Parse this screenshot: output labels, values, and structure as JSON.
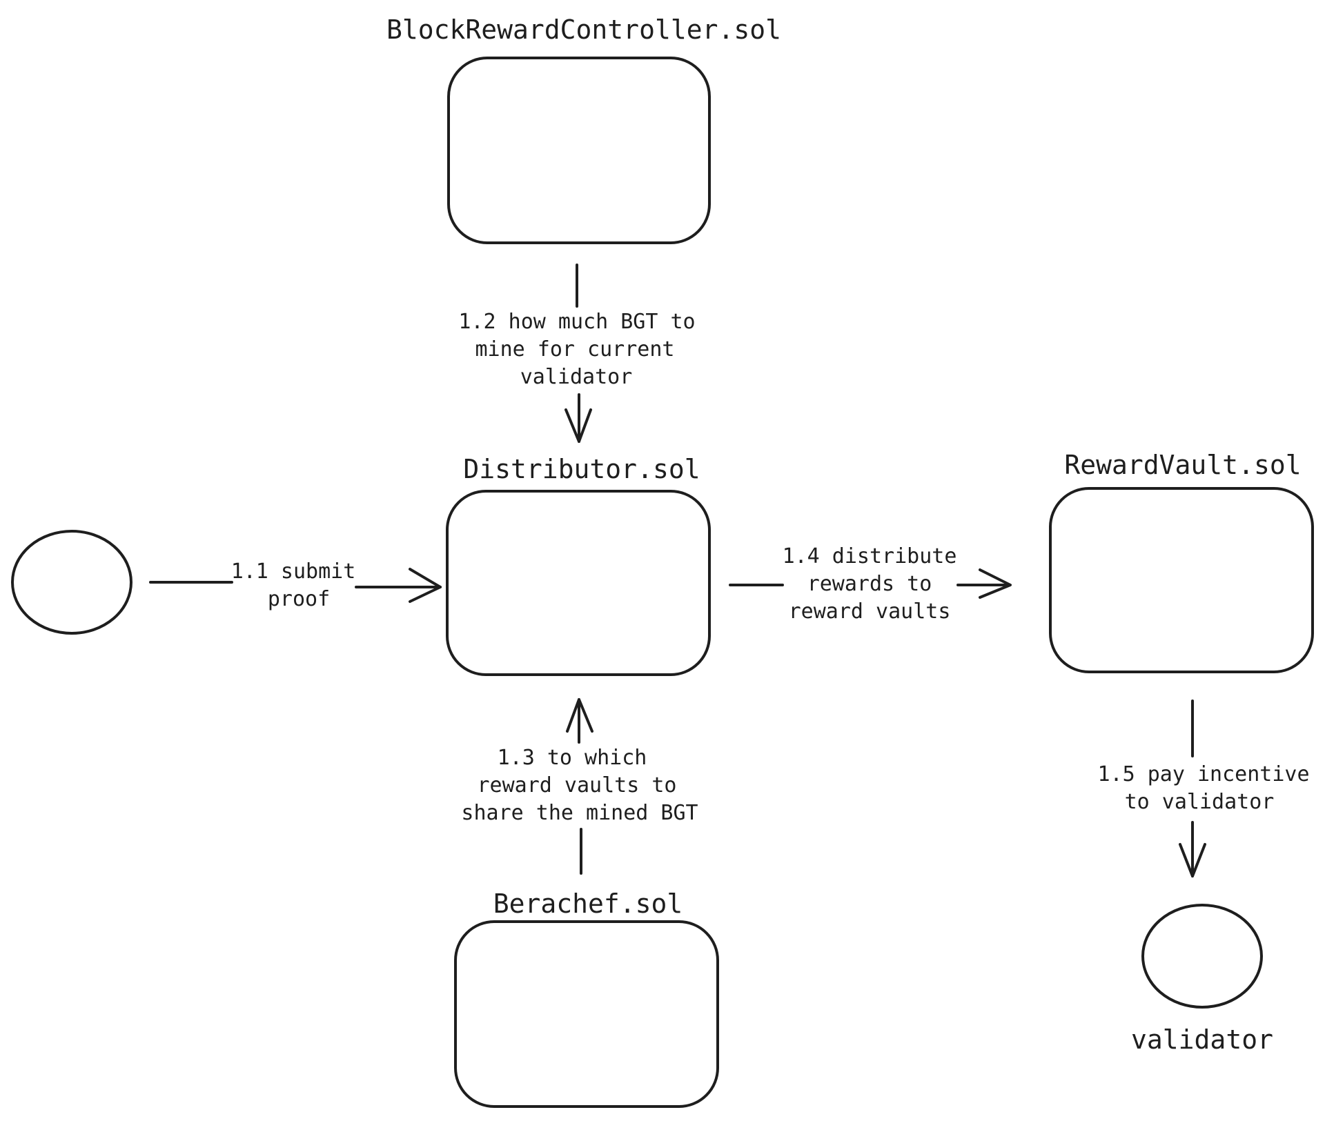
{
  "nodes": {
    "block_reward_controller": {
      "title": "BlockRewardController.sol"
    },
    "distributor": {
      "title": "Distributor.sol"
    },
    "reward_vault": {
      "title": "RewardVault.sol"
    },
    "berachef": {
      "title": "Berachef.sol"
    },
    "operator": {
      "title": ""
    },
    "validator": {
      "title": "validator"
    }
  },
  "edges": {
    "e1_1": {
      "lines": [
        "1.1 submit",
        "proof"
      ]
    },
    "e1_2": {
      "lines": [
        "1.2 how much BGT to",
        "mine for current",
        "validator"
      ]
    },
    "e1_3": {
      "lines": [
        "1.3 to which",
        "reward vaults to",
        "share the mined BGT"
      ]
    },
    "e1_4": {
      "lines": [
        "1.4 distribute",
        "rewards to",
        "reward vaults"
      ]
    },
    "e1_5": {
      "lines": [
        "1.5 pay incentive",
        "to validator"
      ]
    }
  },
  "colors": {
    "stroke": "#1e1e1e",
    "background": "#ffffff"
  }
}
